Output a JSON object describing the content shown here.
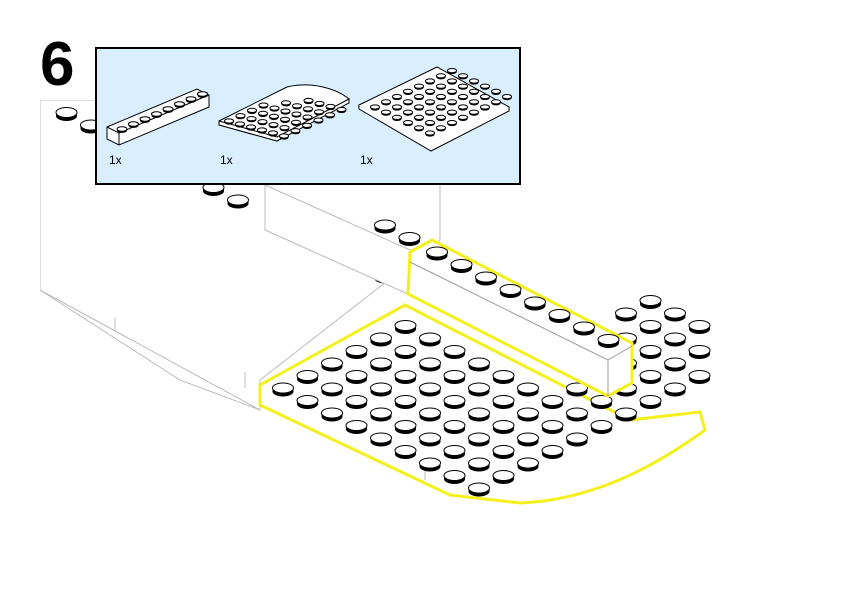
{
  "step": {
    "number": "6"
  },
  "parts_list": {
    "background": "#d9efff",
    "items": [
      {
        "name": "brick-1x8",
        "quantity": "1x"
      },
      {
        "name": "plate-6x6-round-corner",
        "quantity": "1x"
      },
      {
        "name": "plate-6x8",
        "quantity": "1x"
      }
    ]
  },
  "colors": {
    "highlight": "#f4f01e",
    "stud": "#000000",
    "plate": "#ffffff"
  }
}
